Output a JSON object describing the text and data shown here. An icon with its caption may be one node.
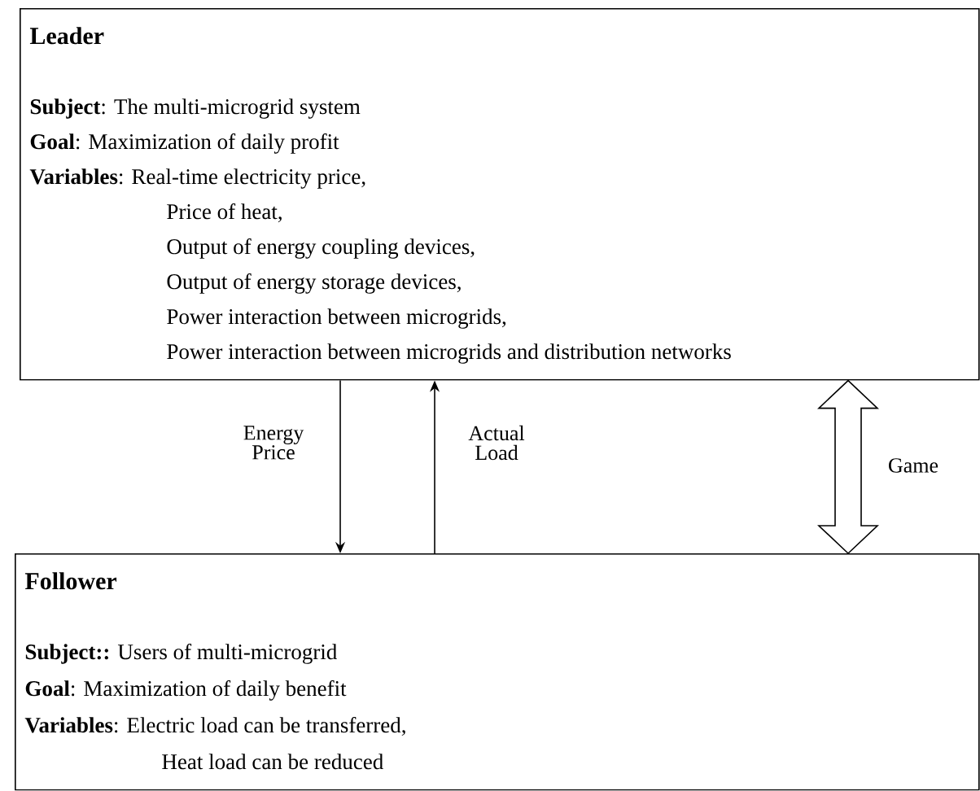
{
  "diagram": {
    "nodes": [
      {
        "text": [
          "Leader",
          "**Subject**: The multi-microgrid system",
          "**Goal**: Maximization of daily profit",
          "**Variables**: Real-time electricity price,",
          "Price of heat,",
          "Output of energy coupling devices,",
          "Output of energy storage devices,",
          "Power interaction between microgrids,",
          "Power interaction between microgrids and distribution networks"
        ]
      },
      {
        "text": [
          "Follower",
          "**Subject::** Users of multi-microgrid",
          "**Goal**: Maximization of daily benefit",
          "**Variables**: Electric load can be transferred,",
          "Heat load can be reduced"
        ]
      }
    ],
    "edges": [
      {
        "from": 0,
        "to": 1,
        "arrow": "to",
        "label": "Energy Price"
      },
      {
        "from": 1,
        "to": 0,
        "arrow": "to",
        "label": "Actual Load"
      },
      {
        "from": 0,
        "to": 1,
        "arrow": "both",
        "label": "Game",
        "style": "thick"
      }
    ]
  }
}
